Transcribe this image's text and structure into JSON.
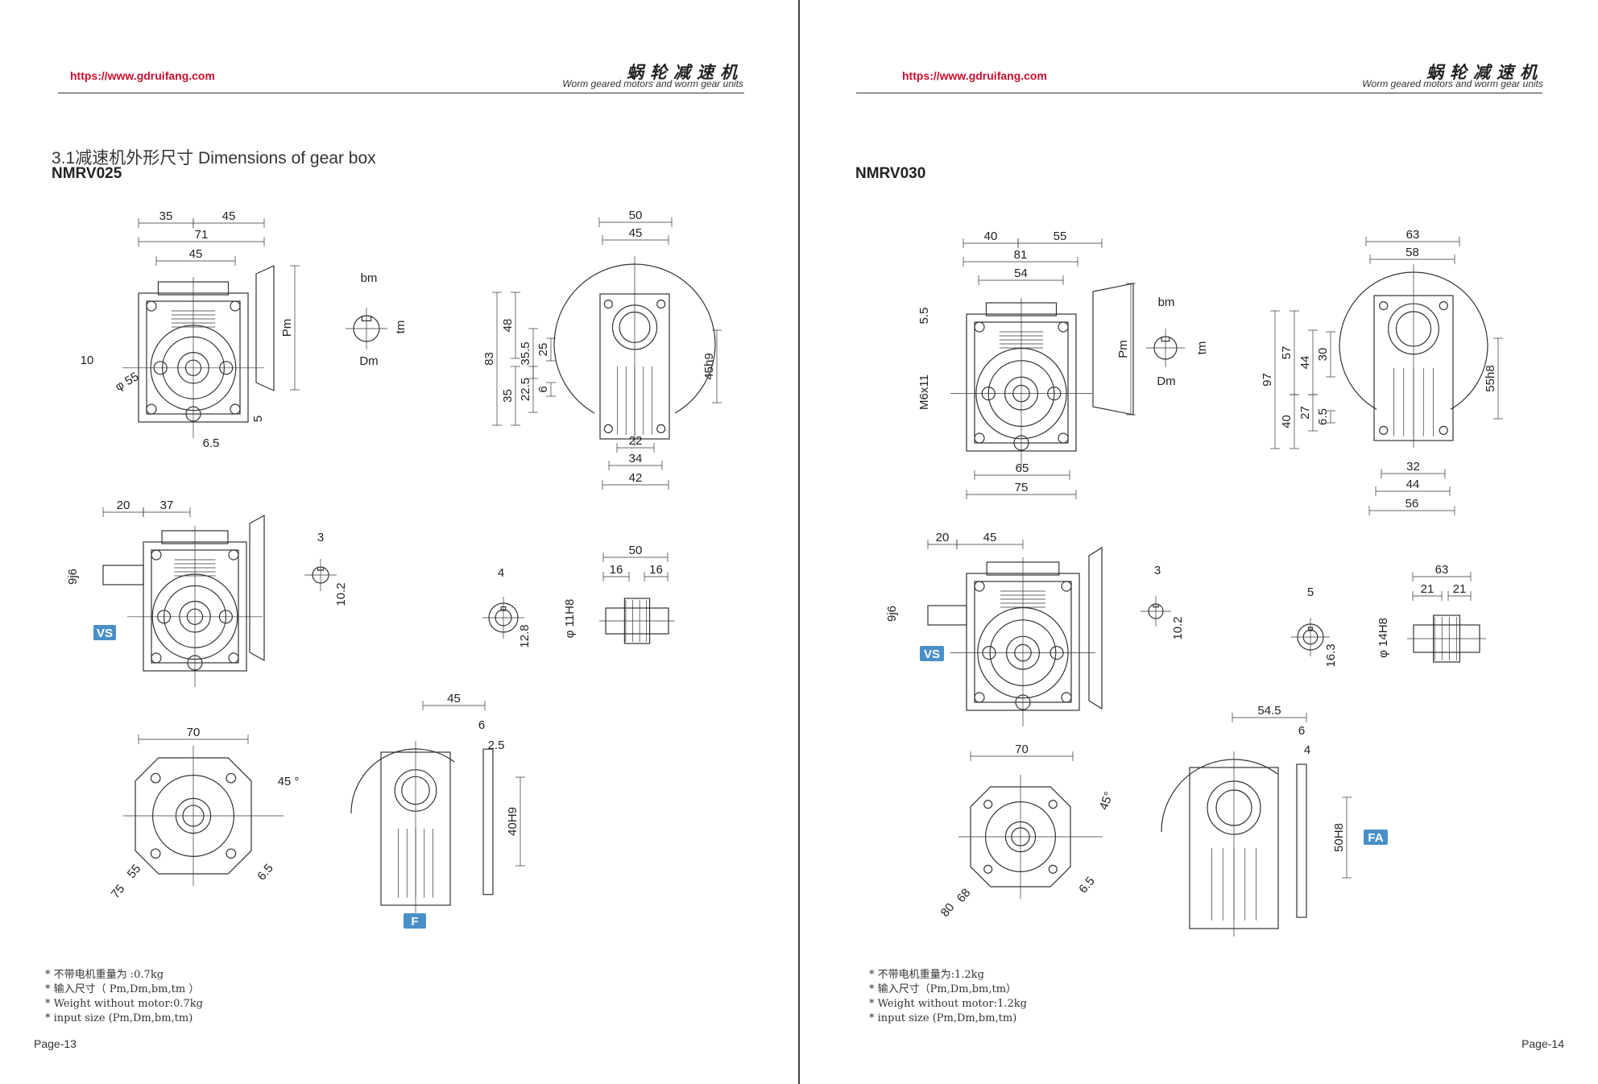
{
  "pages": [
    {
      "url": "https://www.gdruifang.com",
      "header_cn": "蜗轮减速机",
      "header_en": "Worm geared motors and worm gear units",
      "section_title": "3.1减速机外形尺寸  Dimensions of gear box",
      "model": "NMRV025",
      "notes": [
        "* 不带电机重量为 :0.7kg",
        "* 输入尺寸（ Pm,Dm,bm,tm ）",
        "* Weight without motor:0.7kg",
        "* input size (Pm,Dm,bm,tm)"
      ],
      "page_number": "Page-13",
      "tags": [
        "VS",
        "F"
      ],
      "dims": {
        "front": [
          "35",
          "45",
          "71",
          "45",
          "Pm",
          "10",
          "φ 55",
          "5",
          "6.5"
        ],
        "key": [
          "bm",
          "tm",
          "Dm"
        ],
        "side": [
          "50",
          "45",
          "83",
          "48",
          "35.5",
          "25",
          "35",
          "22.5",
          "6",
          "45h9",
          "22",
          "34",
          "42"
        ],
        "vs": [
          "20",
          "37",
          "9j6"
        ],
        "vs_key": [
          "3",
          "10.2"
        ],
        "bore_key": [
          "4",
          "12.8"
        ],
        "hollow": [
          "50",
          "16",
          "16",
          "φ 11H8"
        ],
        "flange": [
          "70",
          "45 °",
          "55",
          "75",
          "6.5"
        ],
        "fside": [
          "45",
          "6",
          "2.5",
          "40H9"
        ]
      }
    },
    {
      "url": "https://www.gdruifang.com",
      "header_cn": "蜗轮减速机",
      "header_en": "Worm geared motors and worm gear units",
      "model": "NMRV030",
      "notes": [
        "* 不带电机重量为:1.2kg",
        "* 输入尺寸（Pm,Dm,bm,tm）",
        "* Weight without motor:1.2kg",
        "* input size (Pm,Dm,bm,tm)"
      ],
      "page_number": "Page-14",
      "tags": [
        "VS",
        "FA"
      ],
      "dims": {
        "front": [
          "40",
          "55",
          "81",
          "54",
          "5.5",
          "Pm",
          "M6x11",
          "65",
          "75"
        ],
        "key": [
          "bm",
          "tm",
          "Dm"
        ],
        "side": [
          "63",
          "58",
          "97",
          "57",
          "44",
          "30",
          "40",
          "27",
          "6.5",
          "55h8",
          "32",
          "44",
          "56"
        ],
        "vs": [
          "20",
          "45",
          "9j6"
        ],
        "vs_key": [
          "3",
          "10.2"
        ],
        "bore_key": [
          "5",
          "16.3"
        ],
        "hollow": [
          "63",
          "21",
          "21",
          "φ 14H8"
        ],
        "flange": [
          "70",
          "45°",
          "68",
          "80",
          "6.5"
        ],
        "fside": [
          "54.5",
          "6",
          "4",
          "50H8"
        ]
      }
    }
  ]
}
